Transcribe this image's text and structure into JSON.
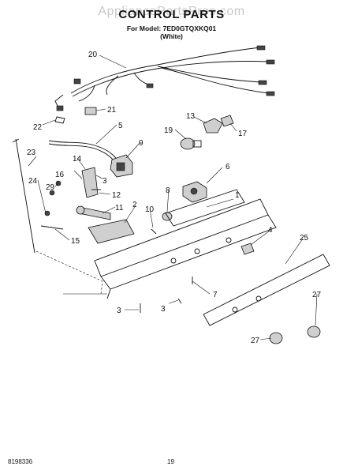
{
  "header": {
    "watermark": "AppliancePartsPros.com",
    "title": "CONTROL PARTS",
    "model_line": "For Model: 7ED0GTQXKQ01",
    "color_line": "(White)"
  },
  "callouts": [
    "20",
    "21",
    "22",
    "5",
    "13",
    "17",
    "19",
    "9",
    "23",
    "14",
    "16",
    "3",
    "6",
    "29",
    "12",
    "24",
    "11",
    "8",
    "1",
    "10",
    "2",
    "15",
    "4",
    "25",
    "7",
    "3",
    "3",
    "27",
    "27"
  ],
  "footer": {
    "doc_number": "8198336",
    "page_number": "19"
  }
}
